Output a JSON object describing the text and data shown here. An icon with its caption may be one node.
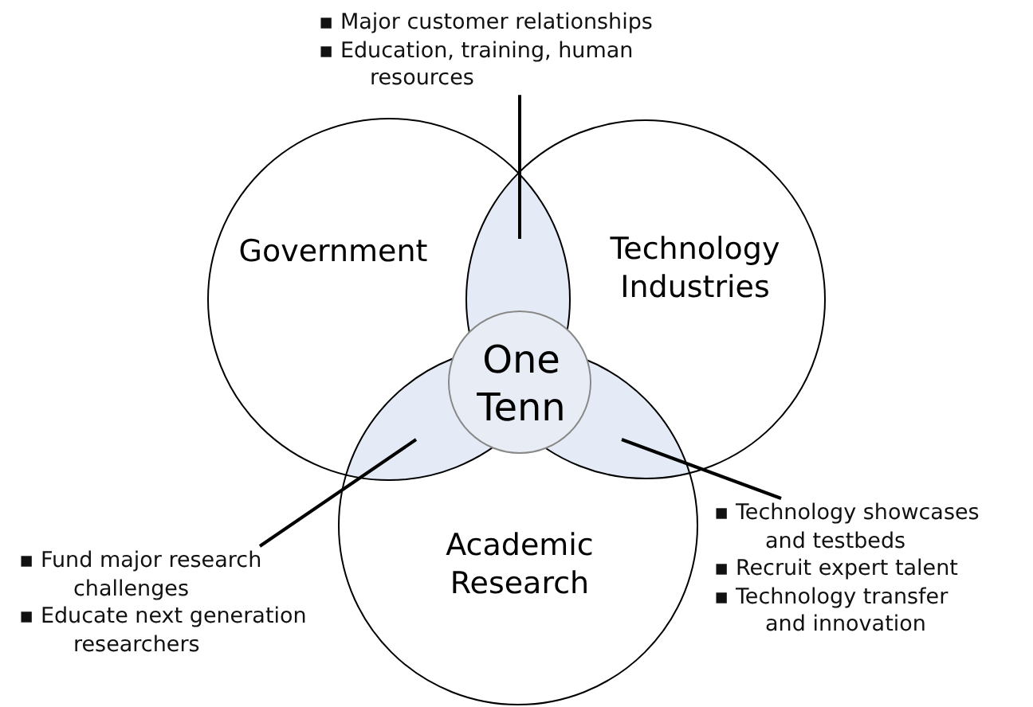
{
  "diagram": {
    "nodes": [
      {
        "text": [
          "Government"
        ]
      },
      {
        "text": [
          "Technology Industries"
        ]
      },
      {
        "text": [
          "Academic Research"
        ]
      },
      {
        "text": [
          "One Tenn"
        ]
      },
      {
        "text": [
          "▪ Major customer relationships",
          "▪ Education, training, human resources"
        ]
      },
      {
        "text": [
          "▪ Fund major research challenges",
          "▪ Educate next generation researchers"
        ]
      },
      {
        "text": [
          "▪ Technology showcases and testbeds",
          "▪ Recruit expert talent",
          "▪ Technology transfer and innovation"
        ]
      },
      {
        "text": [],
        "shape": "lens"
      },
      {
        "text": [],
        "shape": "lens"
      },
      {
        "text": [],
        "shape": "lens"
      }
    ],
    "edges": [
      {
        "from": 4,
        "to": 7,
        "arrow": "none"
      },
      {
        "from": 5,
        "to": 8,
        "arrow": "none"
      },
      {
        "from": 6,
        "to": 9,
        "arrow": "none"
      }
    ]
  }
}
